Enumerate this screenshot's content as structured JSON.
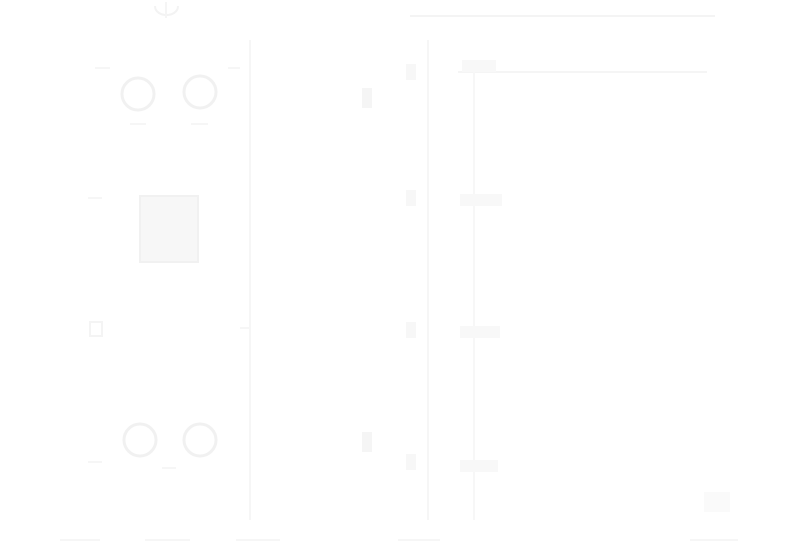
{
  "app": {
    "title": ""
  },
  "colors": {
    "background": "#ffffff",
    "faint_stroke": "#f2f2f2",
    "faint_fill": "#f7f7f7",
    "ink": "#f4f4f4"
  },
  "diagram": {
    "description_visible_text": [],
    "panels": [
      {
        "name": "left-panel"
      },
      {
        "name": "middle-panel"
      },
      {
        "name": "right-panel"
      }
    ],
    "rows": [
      {
        "name": "row-1"
      },
      {
        "name": "row-2"
      },
      {
        "name": "row-3"
      },
      {
        "name": "row-4"
      }
    ]
  }
}
